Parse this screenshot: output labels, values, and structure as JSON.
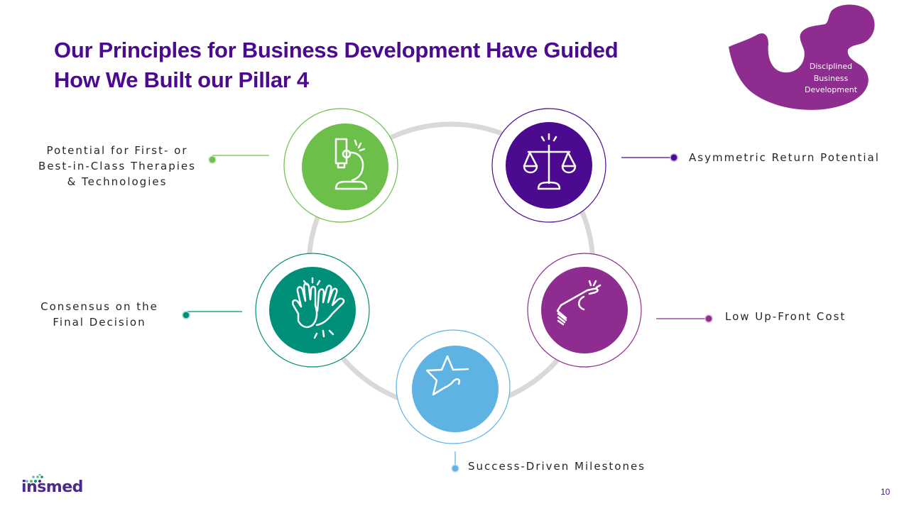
{
  "slide": {
    "title_lines": [
      "Our Principles for Business Development Have Guided",
      "How We Built our Pillar 4"
    ],
    "page_number": "10",
    "logo_text": "insmed"
  },
  "badge": {
    "lines": [
      "Disciplined",
      "Business",
      "Development"
    ],
    "color": "#8e2d8f",
    "icon": "puzzle-piece-icon"
  },
  "principles": [
    {
      "id": "first-in-class",
      "lines": [
        "Potential for First- or",
        "Best-in-Class Therapies",
        "& Technologies"
      ],
      "icon": "microscope-icon",
      "color": "#6cc04a"
    },
    {
      "id": "asymmetric-return",
      "lines": [
        "Asymmetric Return Potential"
      ],
      "icon": "scales-icon",
      "color": "#4b0a8f"
    },
    {
      "id": "consensus",
      "lines": [
        "Consensus on the",
        "Final Decision"
      ],
      "icon": "high-five-icon",
      "color": "#00907a"
    },
    {
      "id": "low-cost",
      "lines": [
        "Low Up-Front Cost"
      ],
      "icon": "hand-coin-icon",
      "color": "#8e2d8f"
    },
    {
      "id": "milestones",
      "lines": [
        "Success-Driven Milestones"
      ],
      "icon": "star-icon",
      "color": "#5fb3e3"
    }
  ],
  "ring_color": "#d9d9d9"
}
